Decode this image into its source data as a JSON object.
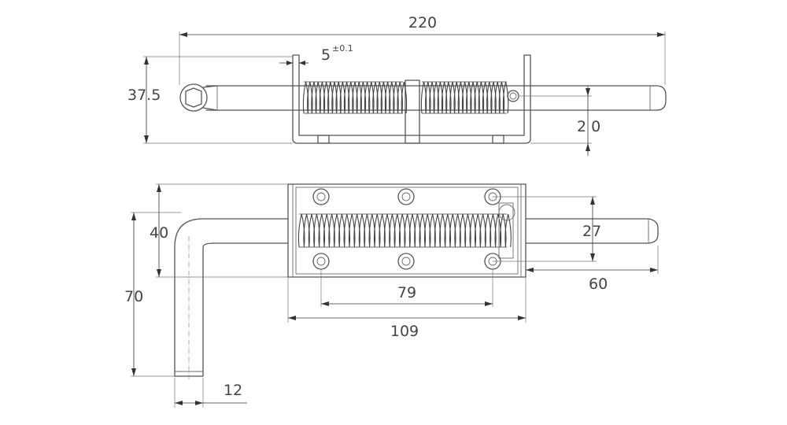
{
  "drawing": {
    "dimensions": {
      "total_length": "220",
      "clearance": "5",
      "tolerance": "±0.1",
      "height": "37.5",
      "pin_offset": "2 0",
      "plate_width": "40",
      "handle_length": "70",
      "hole_spacing_y": "27",
      "pin_extension": "60",
      "hole_spacing_x": "79",
      "plate_length": "109",
      "handle_diameter": "12"
    },
    "colors": {
      "line": "#555555",
      "dimension": "#333333",
      "text": "#444444",
      "background": "#ffffff"
    }
  }
}
